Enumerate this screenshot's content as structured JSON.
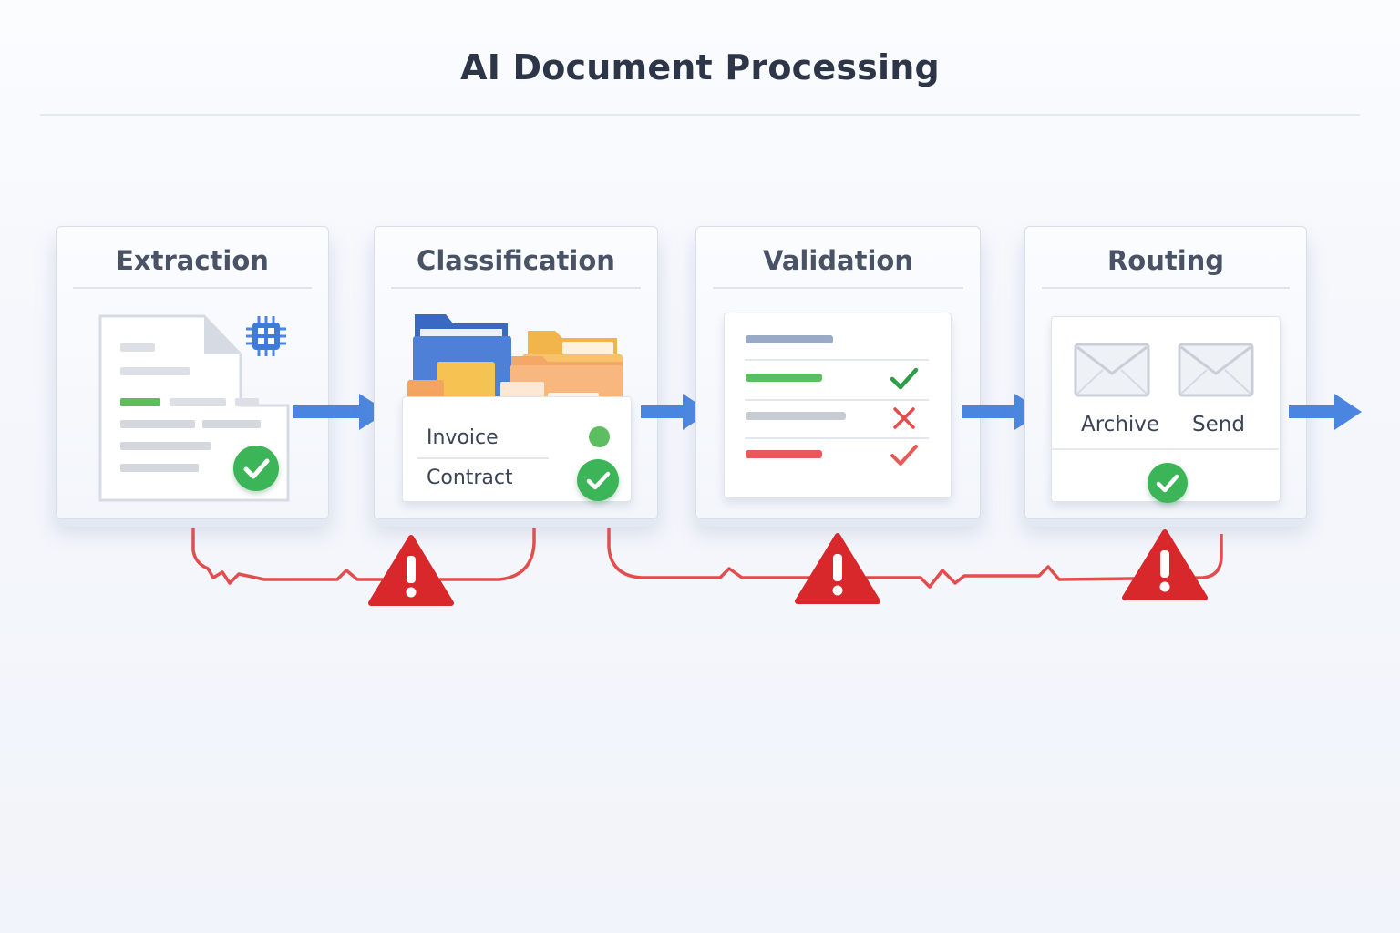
{
  "title": "AI Document Processing",
  "stages": [
    {
      "title": "Extraction"
    },
    {
      "title": "Classification",
      "items": [
        "Invoice",
        "Contract"
      ]
    },
    {
      "title": "Validation"
    },
    {
      "title": "Routing",
      "options": [
        "Archive",
        "Send"
      ]
    }
  ],
  "colors": {
    "accent_arrow": "#4a86e0",
    "success": "#3cb559",
    "error": "#e34d4d",
    "warning": "#d8282c"
  },
  "icons": {
    "chip": "chip-icon",
    "check": "check-icon",
    "cross": "cross-icon",
    "warning": "warning-icon",
    "envelope": "envelope-icon",
    "folder": "folder-icon",
    "document": "document-icon",
    "arrow": "arrow-right-icon"
  }
}
